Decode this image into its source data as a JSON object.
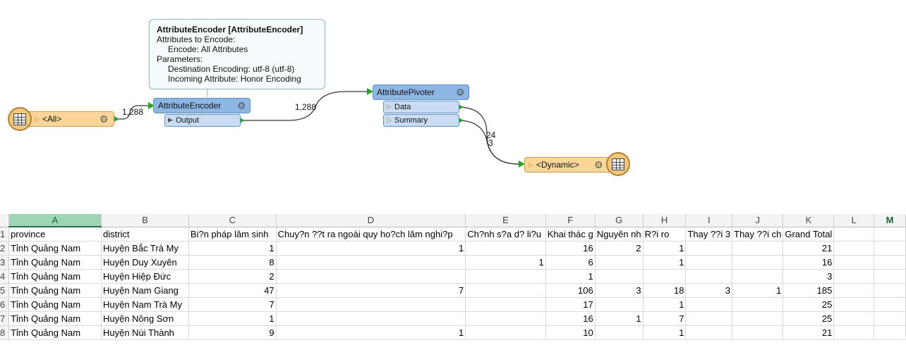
{
  "workflow": {
    "tooltip": {
      "title": "AttributeEncoder [AttributeEncoder]",
      "lines": [
        "Attributes to Encode:",
        "Encode: All Attributes",
        "Parameters:",
        "Destination Encoding: utf-8 (utf-8)",
        "Incoming Attribute: Honor Encoding"
      ]
    },
    "reader": {
      "label": "<All>"
    },
    "encoder": {
      "label": "AttributeEncoder",
      "port": "Output"
    },
    "pivoter": {
      "label": "AttributePivoter",
      "ports": [
        "Data",
        "Summary"
      ]
    },
    "writer": {
      "label": "<Dynamic>"
    },
    "counts": {
      "reader_out": "1,288",
      "encoder_out": "1,288",
      "data_out": "24",
      "summary_out": "3"
    }
  },
  "spreadsheet": {
    "columns": [
      "A",
      "B",
      "C",
      "D",
      "E",
      "F",
      "G",
      "H",
      "I",
      "J",
      "K",
      "L",
      "M"
    ],
    "rows": [
      {
        "n": "1",
        "cells": [
          "province",
          "district",
          "Bi?n pháp lâm sinh",
          "Chuy?n ??t ra ngoài quy ho?ch lâm nghi?p",
          "Ch?nh s?a d? li?u",
          "Khai thác g",
          "Nguyên nh",
          "R?i ro",
          "Thay ??i 3",
          "Thay ??i ch",
          "Grand Total",
          "",
          ""
        ]
      },
      {
        "n": "2",
        "cells": [
          "Tỉnh Quảng Nam",
          "Huyện Bắc Trà My",
          "1",
          "1",
          "",
          "16",
          "2",
          "1",
          "",
          "",
          "21",
          "",
          ""
        ]
      },
      {
        "n": "3",
        "cells": [
          "Tỉnh Quảng Nam",
          "Huyện Duy Xuyên",
          "8",
          "",
          "1",
          "6",
          "",
          "1",
          "",
          "",
          "16",
          "",
          ""
        ]
      },
      {
        "n": "4",
        "cells": [
          "Tỉnh Quảng Nam",
          "Huyện Hiệp Đức",
          "2",
          "",
          "",
          "1",
          "",
          "",
          "",
          "",
          "3",
          "",
          ""
        ]
      },
      {
        "n": "5",
        "cells": [
          "Tỉnh Quảng Nam",
          "Huyện Nam Giang",
          "47",
          "7",
          "",
          "106",
          "3",
          "18",
          "3",
          "1",
          "185",
          "",
          ""
        ]
      },
      {
        "n": "6",
        "cells": [
          "Tỉnh Quảng Nam",
          "Huyện Nam Trà My",
          "7",
          "",
          "",
          "17",
          "",
          "1",
          "",
          "",
          "25",
          "",
          ""
        ]
      },
      {
        "n": "7",
        "cells": [
          "Tỉnh Quảng Nam",
          "Huyện Nông Sơn",
          "1",
          "",
          "",
          "16",
          "1",
          "7",
          "",
          "",
          "25",
          "",
          ""
        ]
      },
      {
        "n": "8",
        "cells": [
          "Tỉnh Quảng Nam",
          "Huyện Núi Thành",
          "9",
          "1",
          "",
          "10",
          "",
          "1",
          "",
          "",
          "21",
          "",
          ""
        ]
      }
    ]
  }
}
